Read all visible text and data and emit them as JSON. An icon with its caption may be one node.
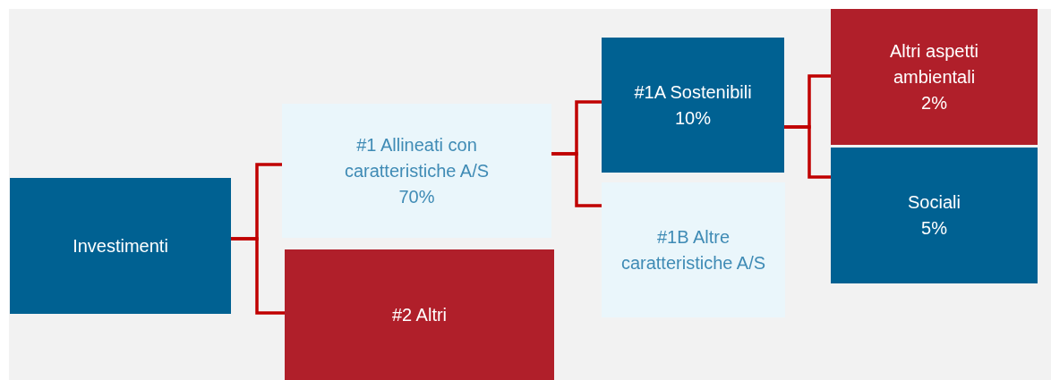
{
  "diagram": {
    "nodes": [
      {
        "text": [
          "Investimenti"
        ]
      },
      {
        "text": [
          "#1 Allineati con caratteristiche A/S",
          "70%"
        ]
      },
      {
        "text": [
          "#2 Altri"
        ]
      },
      {
        "text": [
          "#1A Sostenibili",
          "10%"
        ]
      },
      {
        "text": [
          "#1B Altre caratteristiche A/S"
        ]
      },
      {
        "text": [
          "Altri aspetti ambientali",
          "2%"
        ]
      },
      {
        "text": [
          "Sociali",
          "5%"
        ]
      }
    ],
    "edges": [
      {
        "from": 0,
        "to": 1,
        "arrow": "none"
      },
      {
        "from": 0,
        "to": 2,
        "arrow": "none"
      },
      {
        "from": 1,
        "to": 3,
        "arrow": "none"
      },
      {
        "from": 1,
        "to": 4,
        "arrow": "none"
      },
      {
        "from": 3,
        "to": 5,
        "arrow": "none"
      },
      {
        "from": 3,
        "to": 6,
        "arrow": "none"
      }
    ]
  }
}
